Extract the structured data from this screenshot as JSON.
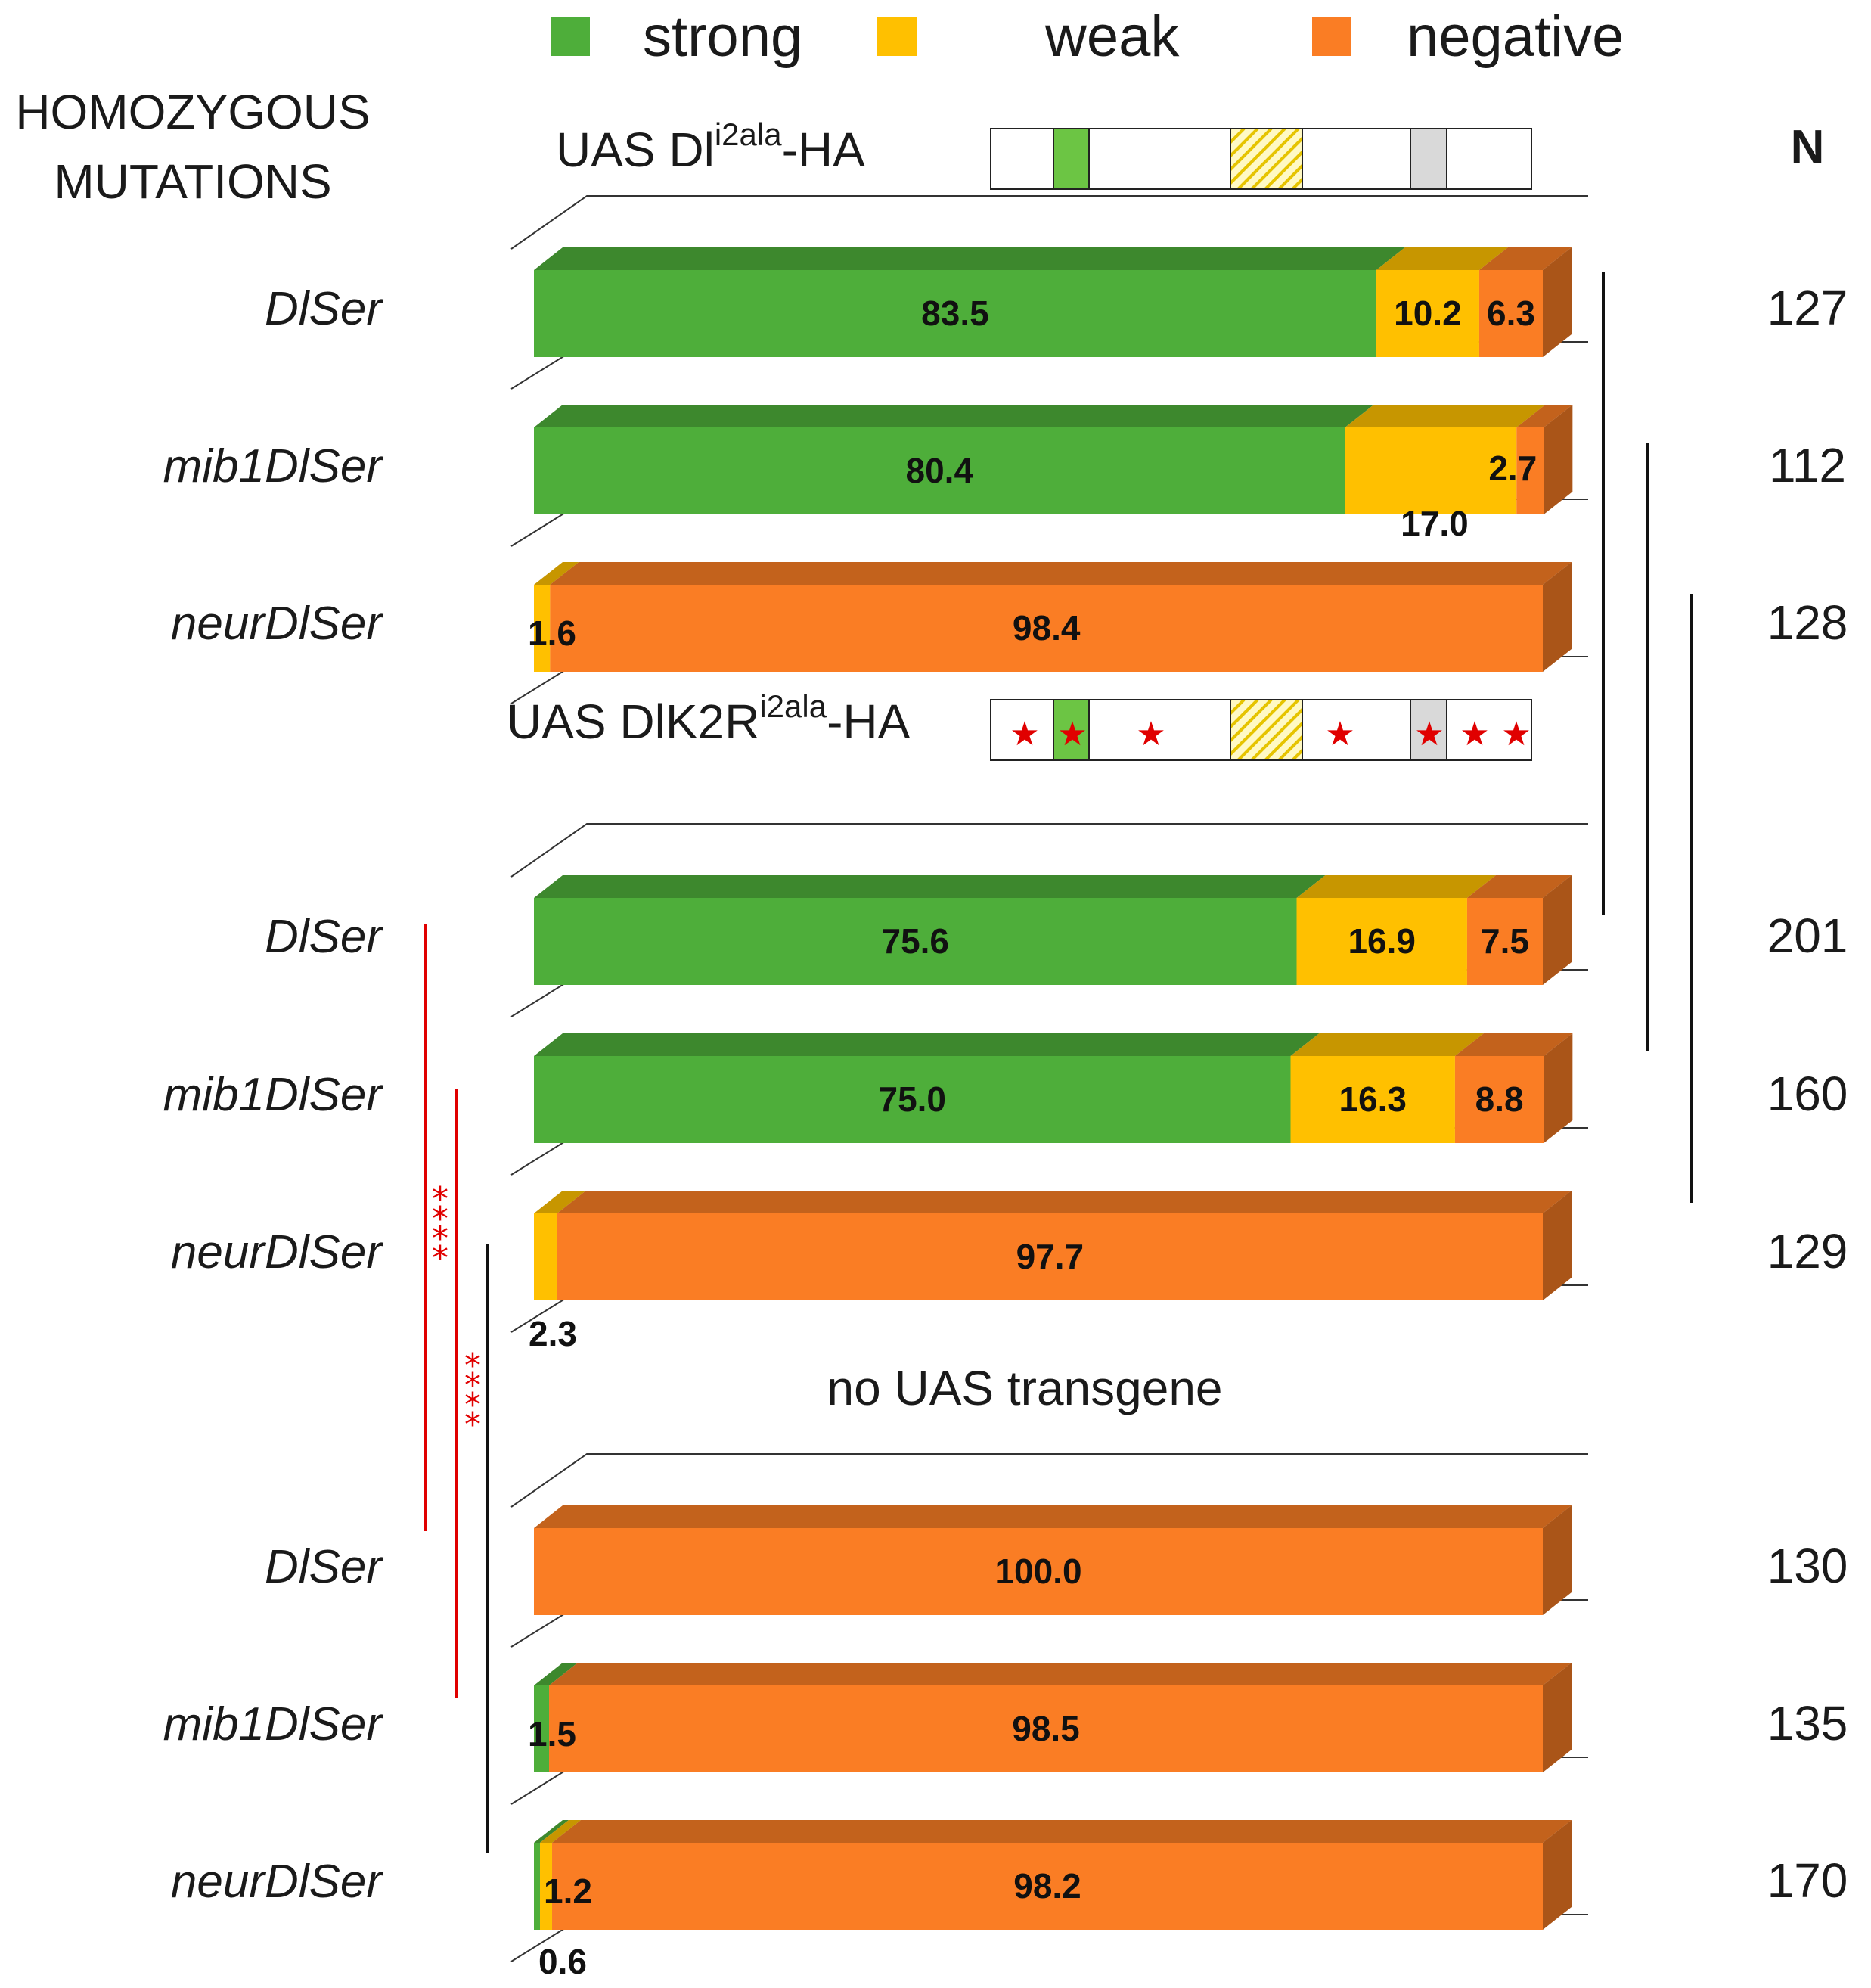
{
  "chart_data": {
    "type": "bar",
    "orientation": "horizontal",
    "stacked": true,
    "legend": {
      "placement": "top",
      "entries": [
        {
          "name": "strong",
          "color": "#4eae3a"
        },
        {
          "name": "weak",
          "color": "#ffc000"
        },
        {
          "name": "negative",
          "color": "#fa7d24"
        }
      ]
    },
    "row_axis_title": [
      "HOMOZYGOUS",
      "MUTATIONS"
    ],
    "n_header": "N",
    "groups": [
      {
        "title": "UAS Dl",
        "title_sup": "i2ala",
        "title_suffix": "-HA",
        "construct": {
          "stars": []
        },
        "rows": [
          {
            "label": "DlSer",
            "n": "127",
            "strong": 83.5,
            "weak": 10.2,
            "negative": 6.3,
            "labels": {
              "strong": "83.5",
              "weak": "10.2",
              "negative": "6.3"
            }
          },
          {
            "label": "mib1DlSer",
            "n": "112",
            "strong": 80.4,
            "weak": 17.0,
            "negative": 2.7,
            "labels": {
              "strong": "80.4",
              "weak": "17.0",
              "negative": "2.7"
            }
          },
          {
            "label": "neurDlSer",
            "n": "128",
            "strong": 0,
            "weak": 1.6,
            "negative": 98.4,
            "labels": {
              "weak": "1.6",
              "negative": "98.4"
            }
          }
        ]
      },
      {
        "title": "UAS DlK2R",
        "title_sup": "i2ala",
        "title_suffix": "-HA",
        "construct": {
          "stars": [
            "★",
            "★",
            "★",
            "★",
            "★",
            "★",
            "★"
          ]
        },
        "rows": [
          {
            "label": "DlSer",
            "n": "201",
            "strong": 75.6,
            "weak": 16.9,
            "negative": 7.5,
            "labels": {
              "strong": "75.6",
              "weak": "16.9",
              "negative": "7.5"
            }
          },
          {
            "label": "mib1DlSer",
            "n": "160",
            "strong": 75.0,
            "weak": 16.3,
            "negative": 8.8,
            "labels": {
              "strong": "75.0",
              "weak": "16.3",
              "negative": "8.8"
            }
          },
          {
            "label": "neurDlSer",
            "n": "129",
            "strong": 0,
            "weak": 2.3,
            "negative": 97.7,
            "labels": {
              "weak": "2.3",
              "negative": "97.7"
            }
          }
        ]
      },
      {
        "title": "no UAS transgene",
        "title_sup": "",
        "title_suffix": "",
        "construct": null,
        "rows": [
          {
            "label": "DlSer",
            "n": "130",
            "strong": 0,
            "weak": 0,
            "negative": 100.0,
            "labels": {
              "negative": "100.0"
            }
          },
          {
            "label": "mib1DlSer",
            "n": "135",
            "strong": 1.5,
            "weak": 0,
            "negative": 98.5,
            "labels": {
              "strong": "1.5",
              "negative": "98.5"
            }
          },
          {
            "label": "neurDlSer",
            "n": "170",
            "strong": 0.6,
            "weak": 1.2,
            "negative": 98.2,
            "labels": {
              "strong": "0.6",
              "weak": "1.2",
              "negative": "98.2"
            }
          }
        ]
      }
    ],
    "significance": [
      "****",
      "****"
    ],
    "xlim": [
      0,
      100
    ]
  }
}
